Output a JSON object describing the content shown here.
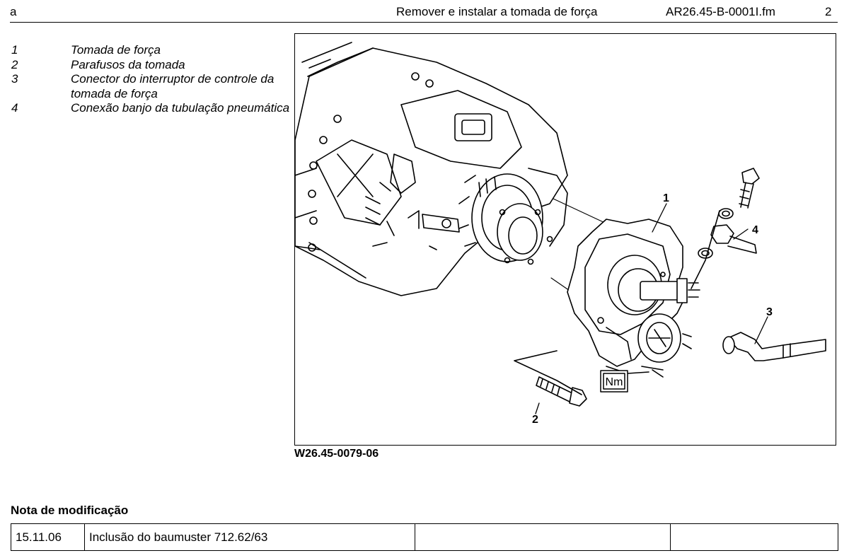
{
  "header": {
    "left": "a",
    "title": "Remover e instalar a tomada de força",
    "file": "AR26.45-B-0001I.fm",
    "page": "2"
  },
  "legend": [
    {
      "num": "1",
      "text": "Tomada de força"
    },
    {
      "num": "2",
      "text": "Parafusos da tomada"
    },
    {
      "num": "3",
      "text": "Conector do interruptor de controle da tomada de força"
    },
    {
      "num": "4",
      "text": "Conexão banjo da tubulação pneumática"
    }
  ],
  "figure": {
    "code": "W26.45-0079-06",
    "callouts": [
      "1",
      "2",
      "3",
      "4"
    ],
    "torque_symbol": "Nm"
  },
  "modification": {
    "title": "Nota de modificação",
    "rows": [
      {
        "date": "15.11.06",
        "text": "Inclusão do baumuster 712.62/63",
        "col3": "",
        "col4": ""
      }
    ]
  }
}
